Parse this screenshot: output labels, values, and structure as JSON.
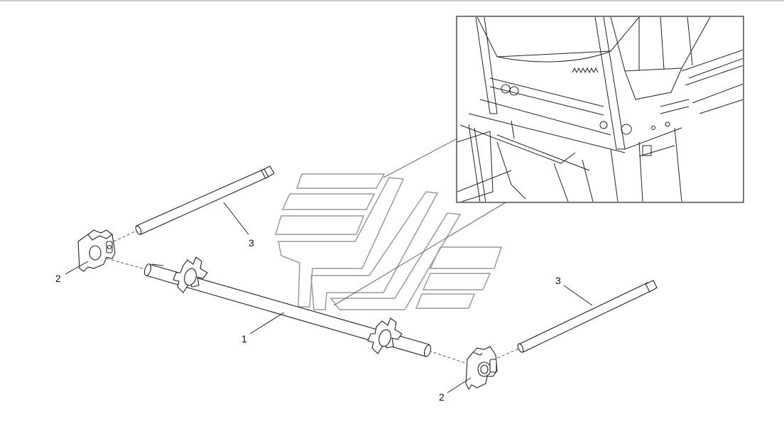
{
  "callouts": {
    "shaft": "1",
    "bearing_left": "2",
    "bearing_right": "2",
    "rod_left": "3",
    "rod_right": "3"
  },
  "colors": {
    "line": "#222222",
    "watermark": "#9a9a9a",
    "background": "#ffffff"
  },
  "icons": {
    "watermark": "manufacturer-logo-watermark",
    "inset": "location-detail-inset"
  }
}
